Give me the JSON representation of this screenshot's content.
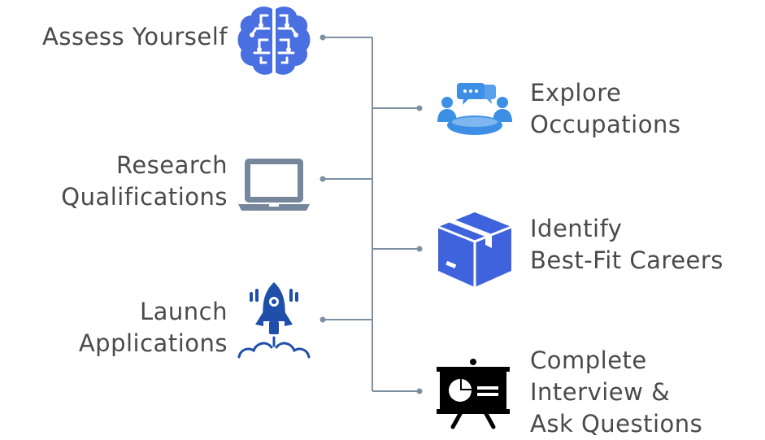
{
  "steps_left": [
    {
      "lines": [
        "Assess Yourself"
      ],
      "icon": "brain-icon"
    },
    {
      "lines": [
        "Research",
        "Qualifications"
      ],
      "icon": "laptop-icon"
    },
    {
      "lines": [
        "Launch",
        "Applications"
      ],
      "icon": "rocket-icon"
    }
  ],
  "steps_right": [
    {
      "lines": [
        "Explore",
        "Occupations"
      ],
      "icon": "meeting-icon"
    },
    {
      "lines": [
        "Identify",
        "Best-Fit Careers"
      ],
      "icon": "box-icon"
    },
    {
      "lines": [
        "Complete",
        "Interview &",
        "Ask Questions"
      ],
      "icon": "presentation-board-icon"
    }
  ],
  "colors": {
    "text": "#4a4a4a",
    "connector": "#7d8fa3",
    "brain": "#4a6fe0",
    "meeting": "#3d8fe6",
    "laptop": "#76879c",
    "box": "#3f63dc",
    "rocket": "#1f4faa",
    "board": "#000000"
  }
}
